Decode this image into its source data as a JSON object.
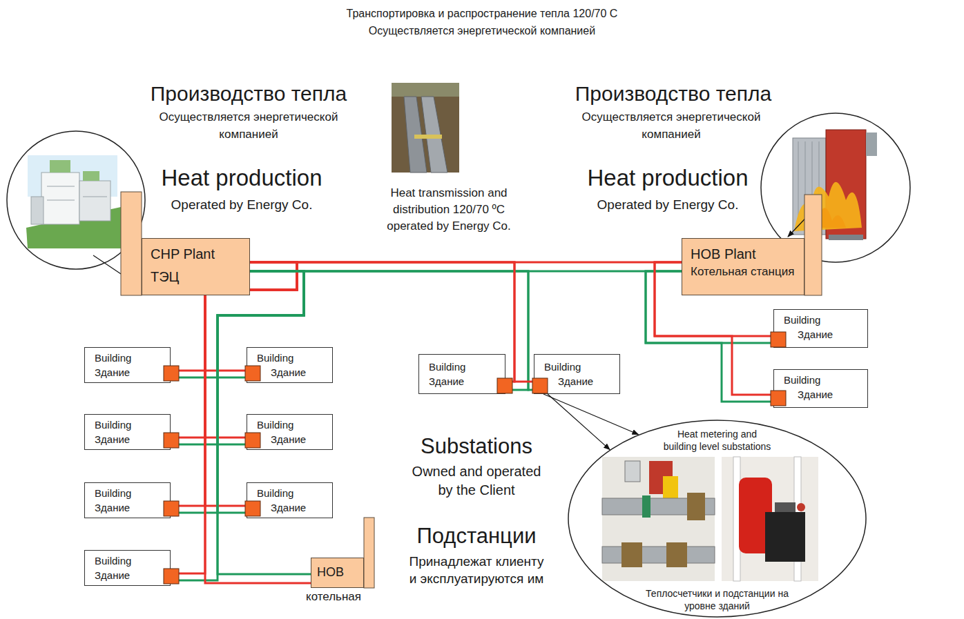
{
  "diagram": {
    "nodes": [
      {
        "text": [
          "CHP Plant",
          "ТЭЦ"
        ]
      },
      {
        "text": [
          "HOB Plant",
          "Котельная станция"
        ]
      },
      {
        "text": [
          "Building",
          "Здание"
        ]
      },
      {
        "text": [
          "Building",
          "Здание"
        ]
      },
      {
        "text": [
          "Building",
          "Здание"
        ]
      },
      {
        "text": [
          "Building",
          "Здание"
        ]
      },
      {
        "text": [
          "Building",
          "Здание"
        ]
      },
      {
        "text": [
          "Building",
          "Здание"
        ]
      },
      {
        "text": [
          "Building",
          "Здание"
        ]
      },
      {
        "text": [
          "Building",
          "Здание"
        ]
      },
      {
        "text": [
          "Building",
          "Здание"
        ]
      },
      {
        "text": [
          "Building",
          "Здание"
        ]
      },
      {
        "text": [
          "Building",
          "Здание"
        ]
      },
      {
        "text": [
          "HOB",
          "котельная"
        ]
      },
      {
        "text": [
          "Heat metering and building level substations",
          "Теплосчетчики и подстанции на уровне зданий"
        ]
      }
    ],
    "edges": [
      {
        "from": 0,
        "to": 1,
        "arrow": "none"
      },
      {
        "from": 0,
        "to": 3,
        "arrow": "none"
      },
      {
        "from": 0,
        "to": 4,
        "arrow": "none"
      },
      {
        "from": 0,
        "to": 8,
        "arrow": "none"
      },
      {
        "from": 0,
        "to": 9,
        "arrow": "none"
      },
      {
        "from": 0,
        "to": 10,
        "arrow": "none"
      },
      {
        "from": 0,
        "to": 11,
        "arrow": "none"
      },
      {
        "from": 0,
        "to": 12,
        "arrow": "none"
      },
      {
        "from": 0,
        "to": 13,
        "arrow": "none"
      },
      {
        "from": 0,
        "to": 5,
        "arrow": "none"
      },
      {
        "from": 0,
        "to": 6,
        "arrow": "none"
      },
      {
        "from": 1,
        "to": 2,
        "arrow": "none"
      },
      {
        "from": 1,
        "to": 7,
        "arrow": "none"
      },
      {
        "from": 6,
        "to": 14,
        "arrow": "to"
      },
      {
        "from": 6,
        "to": 14,
        "arrow": "to"
      }
    ],
    "labels": [
      "Транспортировка и распространение тепла 120/70 С Осуществляется энергетической компанией",
      "Производство тепла",
      "Осуществляется энергетической компанией",
      "Heat production",
      "Operated by Energy Co.",
      "Heat transmission and distribution 120/70 ºC operated by Energy Co.",
      "Производство тепла",
      "Осуществляется энергетической компанией",
      "Heat production",
      "Operated by Energy Co.",
      "Substations",
      "Owned and operated by the Client",
      "Подстанции",
      "Принадлежат клиенту и эксплуатируются им"
    ]
  }
}
